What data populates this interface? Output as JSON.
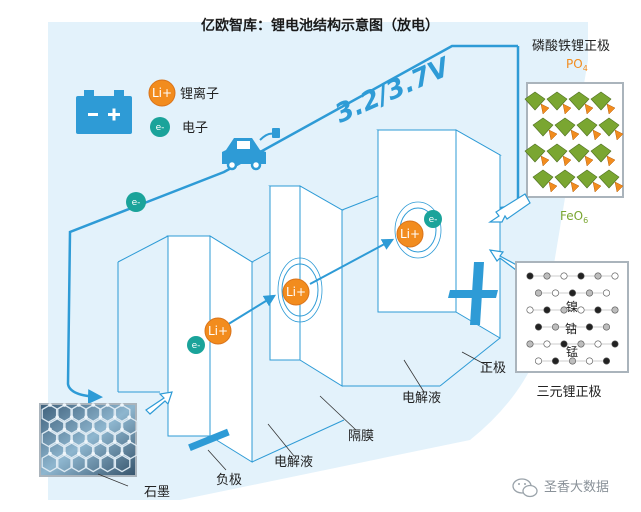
{
  "title": "亿欧智库：锂电池结构示意图（放电）",
  "voltage": "3.2/3.7V",
  "legend": {
    "li_ion_symbol": "Li+",
    "li_ion_label": "锂离子",
    "electron_symbol": "e-",
    "electron_label": "电子"
  },
  "labels": {
    "lfp_cathode": "磷酸铁锂正极",
    "po4": "PO",
    "po4_sub": "4",
    "feo6": "FeO",
    "feo6_sub": "6",
    "ncm_cathode": "三元锂正极",
    "nickel": "镍",
    "cobalt": "钴",
    "manganese": "锰",
    "cathode": "正极",
    "anode": "负极",
    "electrolyte_right": "电解液",
    "electrolyte_left": "电解液",
    "separator": "隔膜",
    "graphite": "石墨"
  },
  "watermark": "圣香大数据",
  "colors": {
    "blue": "#2e9bd6",
    "orange": "#f28c1e",
    "teal": "#1aa39a",
    "olive": "#7aa631",
    "panel_fill": "#dff1fb"
  }
}
